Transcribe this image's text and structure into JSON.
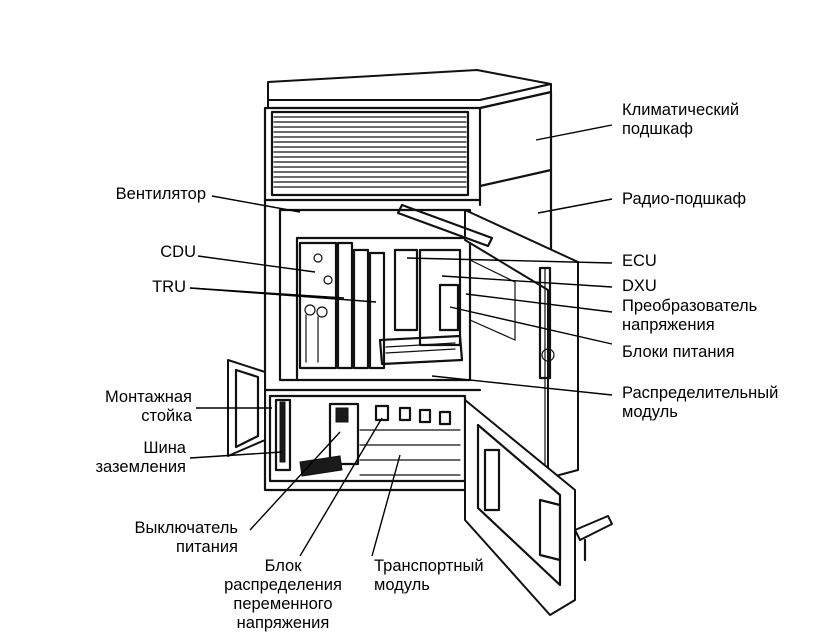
{
  "labels": {
    "climate": "Климатический\nподшкаф",
    "radio": "Радио-подшкаф",
    "fan": "Вентилятор",
    "cdu": "CDU",
    "tru": "TRU",
    "ecu": "ECU",
    "dxu": "DXU",
    "converter": "Преобразователь\nнапряжения",
    "power_units": "Блоки питания",
    "distribution": "Распределительный\nмодуль",
    "mounting_rack": "Монтажная\nстойка",
    "ground_bus": "Шина\nзаземления",
    "power_switch": "Выключатель\nпитания",
    "ac_block": "Блок\nраспределения\nпеременного\nнапряжения",
    "transport": "Транспортный\nмодуль"
  }
}
